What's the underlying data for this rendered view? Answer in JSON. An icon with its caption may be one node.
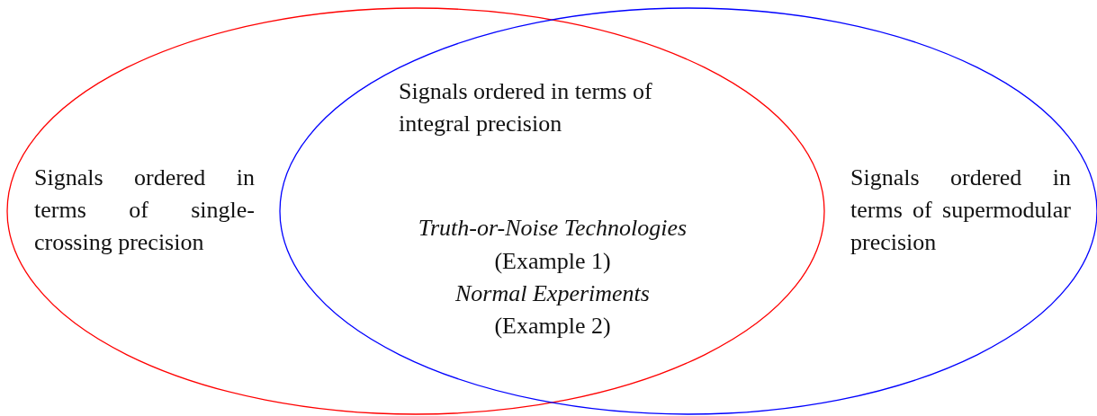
{
  "diagram": {
    "nodes": [
      {
        "text": [
          "Signals ordered in terms of single-crossing precision"
        ]
      },
      {
        "text": [
          "Signals ordered in terms of supermodular precision"
        ]
      }
    ],
    "labels": [
      "Signals ordered in terms of integral precision",
      "Truth-or-Noise Technologies",
      "(Example 1)",
      "Normal Experiments",
      "(Example 2)"
    ]
  }
}
